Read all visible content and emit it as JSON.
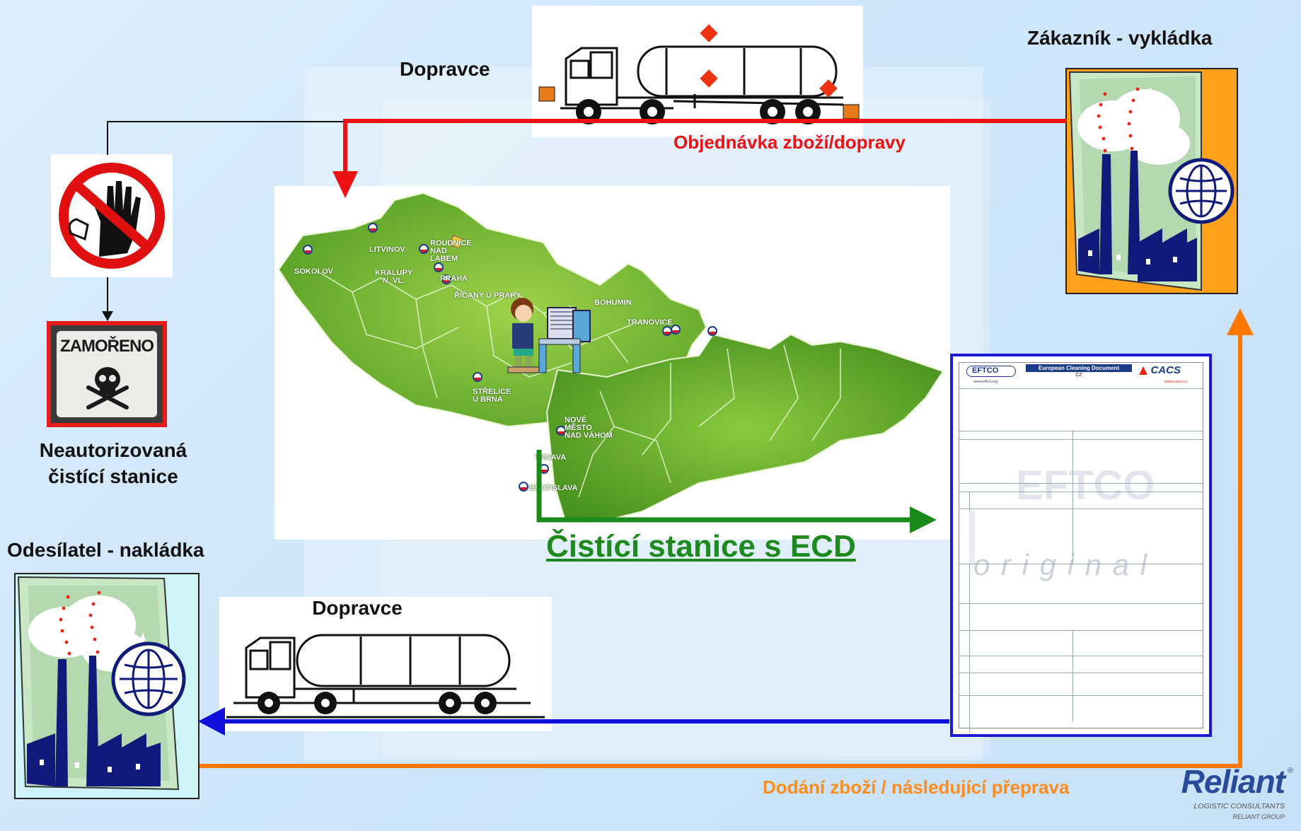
{
  "labels": {
    "carrier_top": "Dopravce",
    "customer_unloading": "Zákazník - vykládka",
    "order_text": "Objednávka zboží/dopravy",
    "unauthorized_line1": "Neautorizovaná",
    "unauthorized_line2": "čistící stanice",
    "sender_loading": "Odesílatel - nakládka",
    "carrier_bottom": "Dopravce",
    "ecd_title": "Čistící stanice s ECD",
    "delivery_text": "Dodání zboží / následující přeprava"
  },
  "sign": {
    "zamoreno": "ZAMOŘENO"
  },
  "map_cities": [
    "LITVINOV",
    "ROUDNICE",
    "NAD",
    "LABEM",
    "SOKOLOV",
    "KRALUPY",
    "N. VL.",
    "PRAHA",
    "ŘÍČANY U PRAHY",
    "BOHUMIN",
    "TRANOVICE",
    "STŘELICE",
    "U BRNA",
    "NOVÉ",
    "MĚSTO",
    "NAD VÁHOM",
    "TRNAVA",
    "BRATISLAVA"
  ],
  "document": {
    "eftco_logo": "EFTCO",
    "header_title": "European Cleaning Document",
    "header_country": "CZ",
    "cacs_logo": "CACS",
    "eftco_url": "www.eftco.org",
    "cacs_url": "www.cacs.cz",
    "watermark": "EFTCO",
    "original_text": "o r i g i n a l"
  },
  "brand": {
    "name": "Reliant",
    "sub1": "LOGISTIC CONSULTANTS",
    "sub2": "RELIANT GROUP"
  },
  "colors": {
    "order_arrow": "#ee1111",
    "delivery_arrow": "#ff7700",
    "return_arrow": "#1010dd",
    "ecd_arrow": "#1a8a1a",
    "ecd_title": "#1e8a1e",
    "map_green": "#6ab52c",
    "reliant_blue": "#2a4a9a"
  }
}
